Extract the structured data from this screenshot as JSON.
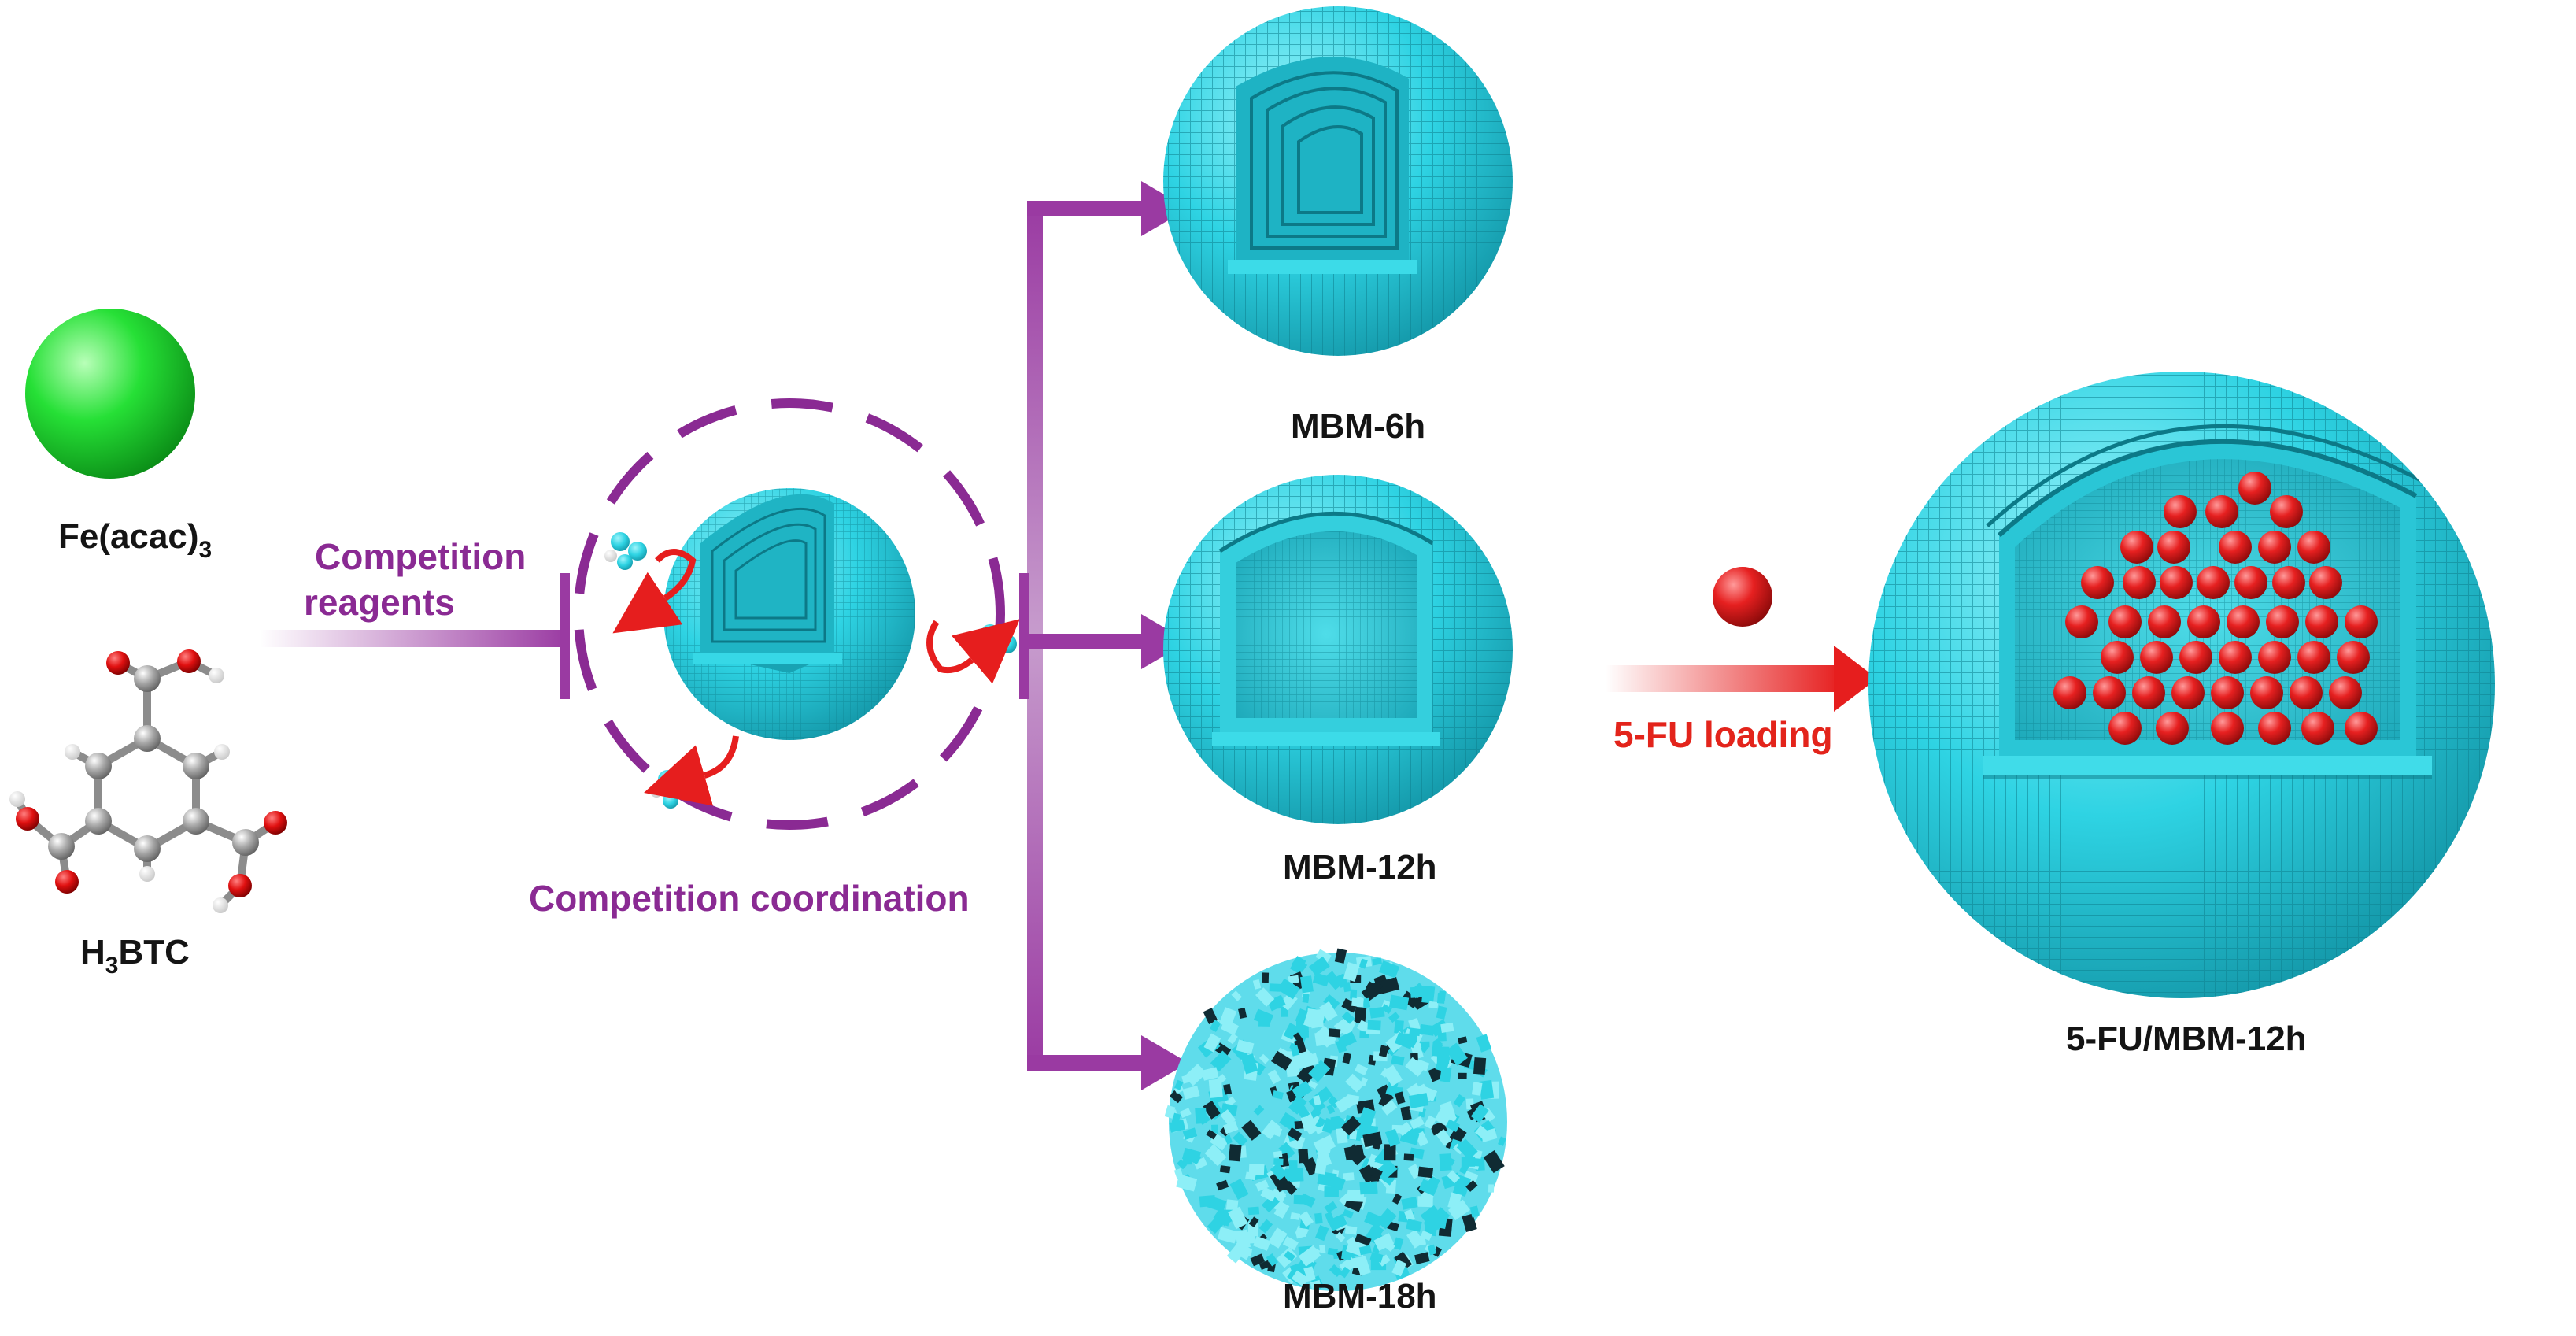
{
  "reagents": {
    "fe": {
      "name": "Fe(acac)",
      "subscript": "3",
      "color": "#22dd33"
    },
    "btc": {
      "prefix": "H",
      "subscript": "3",
      "suffix": "BTC"
    }
  },
  "process": {
    "competition_reagents_line1": "Competition",
    "competition_reagents_line2": "reagents",
    "competition_coordination": "Competition coordination"
  },
  "products": {
    "mbm_6h": "MBM-6h",
    "mbm_12h": "MBM-12h",
    "mbm_18h": "MBM-18h"
  },
  "loading": {
    "label": "5-FU loading",
    "drug_color": "#e02020"
  },
  "final": {
    "label": "5-FU/MBM-12h"
  },
  "colors": {
    "sphere": "#2ed3e3",
    "arrow_purple": "#9a3aa2",
    "arrow_red": "#e61e1e",
    "dash_circle": "#8a2a93"
  }
}
